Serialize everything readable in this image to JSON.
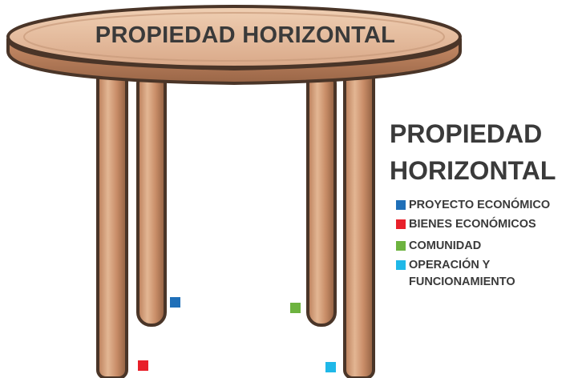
{
  "table_label": "PROPIEDAD HORIZONTAL",
  "side_title": "PROPIEDAD\nHORIZONTAL",
  "legend": [
    {
      "label": "PROYECTO ECONÓMICO",
      "color": "#1f6fb8"
    },
    {
      "label": "BIENES ECONÓMICOS",
      "color": "#e8202a"
    },
    {
      "label": "COMUNIDAD",
      "color": "#6db33f"
    },
    {
      "label": "OPERACIÓN Y\nFUNCIONAMIENTO",
      "color": "#1fb8e8"
    }
  ],
  "colors": {
    "wood_light": "#e8c0a0",
    "wood_mid": "#c98d68",
    "wood_dark": "#8a5a3c",
    "outline": "#4a3528",
    "text": "#3a3a3a"
  }
}
